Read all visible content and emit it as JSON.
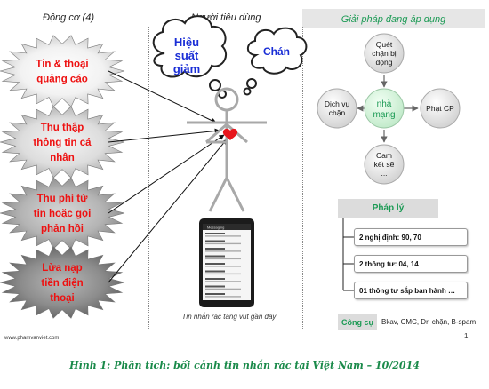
{
  "headers": {
    "drivers": "Động cơ (4)",
    "consumers": "Người tiêu dùng",
    "solutions": "Giải pháp đang áp dụng"
  },
  "drivers": [
    [
      "Tin & thoại",
      "quảng cáo"
    ],
    [
      "Thu thập",
      "thông tin cá",
      "nhân"
    ],
    [
      "Thu phí từ",
      "tin hoặc gọi",
      "phản hồi"
    ],
    [
      "Lừa nạp",
      "tiền điện",
      "thoại"
    ]
  ],
  "consumer": {
    "thought_1": [
      "Hiệu",
      "suất",
      "giảm"
    ],
    "thought_2": "Chán",
    "phone_caption": "Tin nhắn rác tăng vụt gần đây",
    "phone_title": "Messaging"
  },
  "solutions": {
    "center": [
      "nhà",
      "mạng"
    ],
    "top": [
      "Quét",
      "chặn bị",
      "động"
    ],
    "left": [
      "Dịch vụ",
      "chặn"
    ],
    "right": "Phạt CP",
    "bottom": [
      "Cam",
      "kết sẽ",
      "..."
    ]
  },
  "legal": {
    "title": "Pháp lý",
    "items": [
      "2 nghị định: 90, 70",
      "2 thông tư: 04, 14",
      "01 thông tư sắp ban hành …"
    ]
  },
  "tools": {
    "label": "Công cụ",
    "text": "Bkav, CMC, Dr. chặn, B-spam"
  },
  "footer": {
    "site": "www.phamvanviet.com",
    "page": "1"
  },
  "caption": "Hình 1: Phân tích: bối cảnh tin nhắn rác tại Việt Nam – 10/2014"
}
